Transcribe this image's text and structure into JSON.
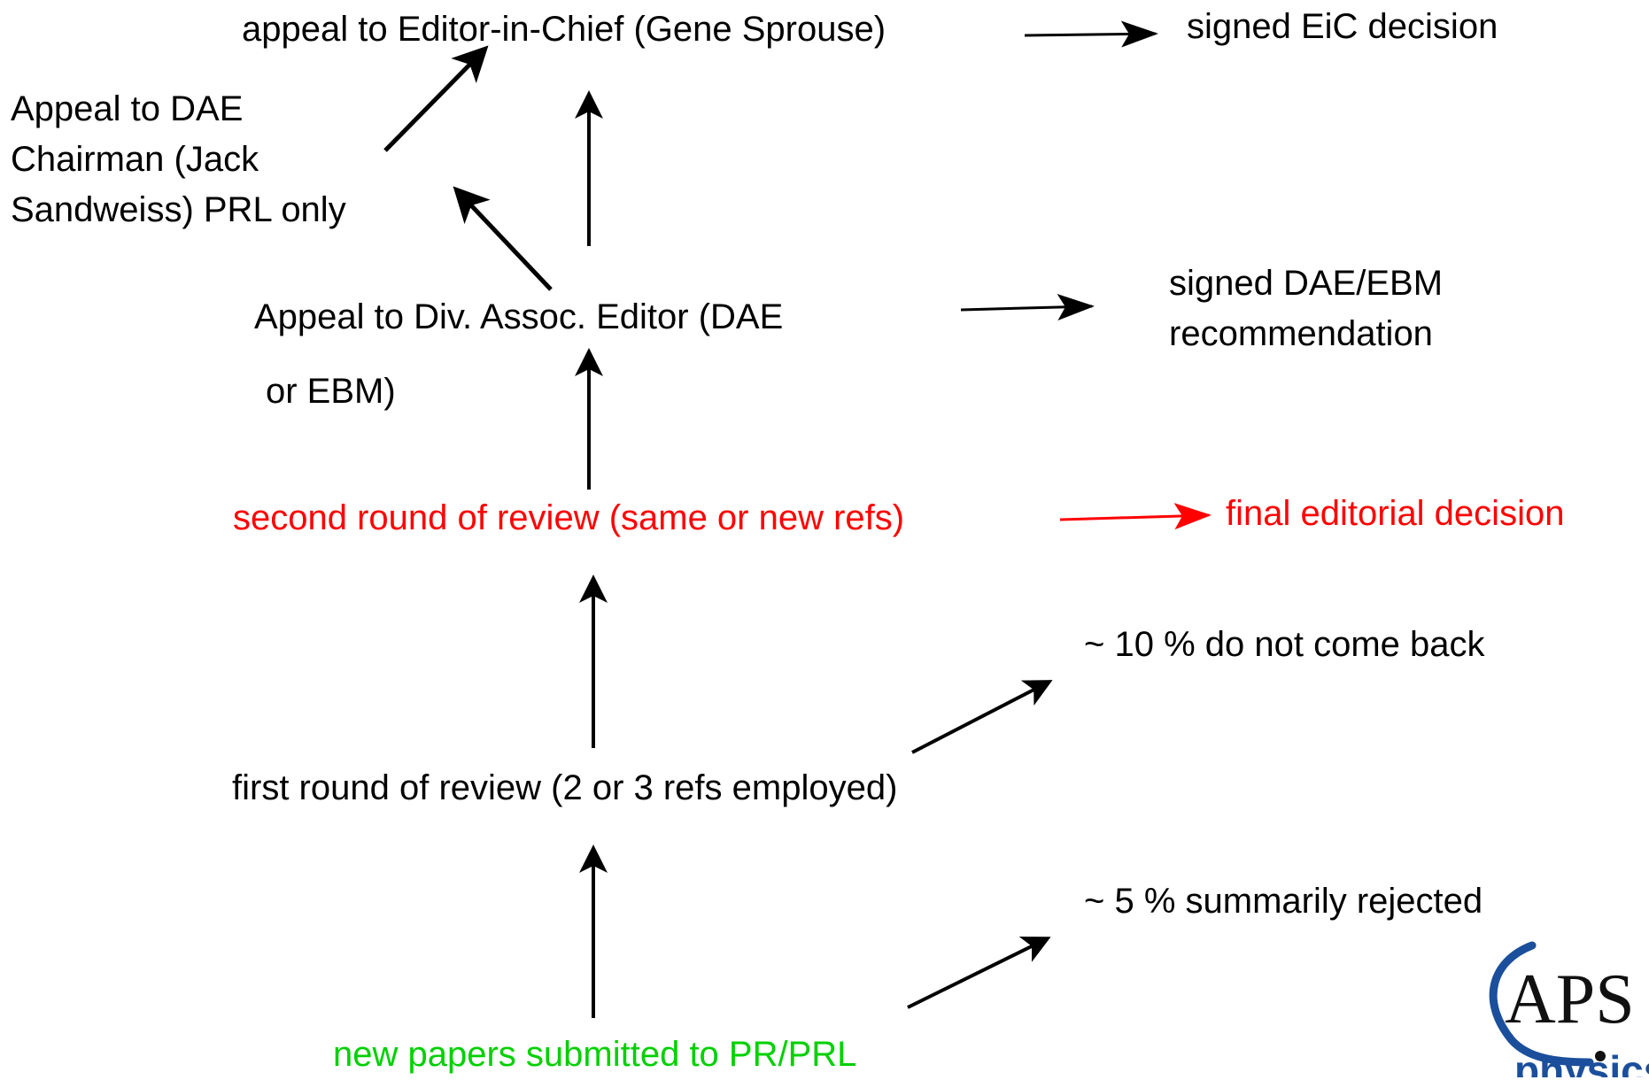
{
  "labels": {
    "eic_appeal": "appeal to Editor-in-Chief (Gene Sprouse)",
    "eic_decision": "signed EiC decision",
    "dae_chairman": {
      "line1": "Appeal to DAE",
      "line2": "Chairman (Jack",
      "line3": "Sandweiss) PRL only"
    },
    "div_assoc_editor": {
      "line1": "Appeal to Div. Assoc. Editor (DAE",
      "line2": "or EBM)"
    },
    "dae_recommendation": {
      "line1": "signed DAE/EBM",
      "line2": "recommendation"
    },
    "second_round": "second round of review (same or new refs)",
    "final_decision": "final editorial decision",
    "no_return": "~ 10 % do not come back",
    "first_round": "first round of review (2 or 3 refs employed)",
    "summary_reject": "~ 5 % summarily rejected",
    "new_papers": "new papers submitted to PR/PRL"
  },
  "logo": {
    "letters": "APS",
    "word": "physics"
  },
  "colors": {
    "default_text": "#000000",
    "highlight_red": "#ff0000",
    "highlight_green": "#00d000",
    "logo_blue": "#1b4f9c"
  }
}
